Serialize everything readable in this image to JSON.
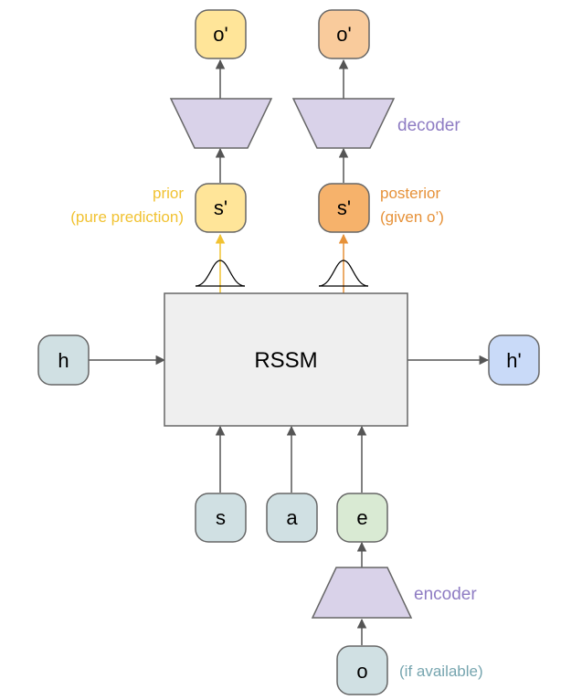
{
  "colors": {
    "prior": "#f1c232",
    "posterior": "#e69138",
    "decoder_label": "#8e7cc3",
    "encoder_label": "#8e7cc3",
    "aside": "#76a5af",
    "trapezoid_fill": "#d9d2e9",
    "rssm_fill": "#efefef",
    "node_gray": "#d0e0e3",
    "node_green": "#d9ead3",
    "node_blue": "#c9daf8",
    "node_yellow": "#ffe599",
    "node_light_orange": "#f9cb9c",
    "node_orange": "#f6b26b"
  },
  "rssm": {
    "label": "RSSM"
  },
  "nodes": {
    "h_in": "h",
    "h_out": "h'",
    "s_in": "s",
    "a_in": "a",
    "e_in": "e",
    "o_in": "o",
    "s_prior": "s'",
    "s_post": "s'",
    "o_prior": "o'",
    "o_post": "o'"
  },
  "labels": {
    "prior_line1": "prior",
    "prior_line2": "(pure prediction)",
    "posterior_line1": "posterior",
    "posterior_line2": "(given o’)",
    "decoder": "decoder",
    "encoder": "encoder",
    "if_available": "(if available)"
  }
}
